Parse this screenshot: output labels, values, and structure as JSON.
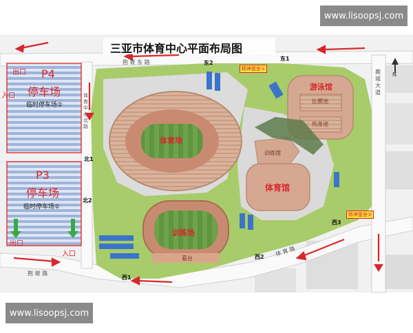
{
  "title": "三亚市体育中心平面布局图",
  "watermarks": {
    "top": "www.lisoopsj.com",
    "bottom": "www.lisoopsj.com"
  },
  "parking": {
    "p4": {
      "code": "P4",
      "name": "停车场",
      "sub": "临时停车场②",
      "exit": "出口",
      "entrance": "入口"
    },
    "p3": {
      "code": "P3",
      "name": "停车场",
      "sub": "临时停车场①",
      "exit": "出口",
      "entrance": "入口"
    }
  },
  "venues": {
    "stadium": "体育场",
    "training_field": "训练场",
    "gym": "体育馆",
    "training_hall": "训练馆",
    "pool_building": "游泳馆",
    "competition_pool": "比赛池",
    "warmup_pool": "热身池",
    "grandstand": "看台"
  },
  "roads": {
    "north": "抱 坡 东 路",
    "south": "抱 坡 路",
    "west": "体 育 中 心 北 路",
    "east": "鹿 城 大 道",
    "southeast": "体 育 路"
  },
  "gates": {
    "east1": "东1",
    "east2": "东2",
    "north1": "北1",
    "north2": "北2",
    "west1": "西1",
    "west2": "西2",
    "west3": "西3"
  },
  "signs": {
    "sign_top": "精神堡垒①",
    "sign_bottom": "精神堡垒②"
  },
  "compass": "N",
  "colors": {
    "road": "#f4f4f4",
    "grass": "#a8cc6a",
    "plaza": "#e5e5e5",
    "arrow": "#d9262a",
    "parking": "#ccd9ee",
    "track": "#c98a72",
    "field": "#5c8c3a"
  }
}
